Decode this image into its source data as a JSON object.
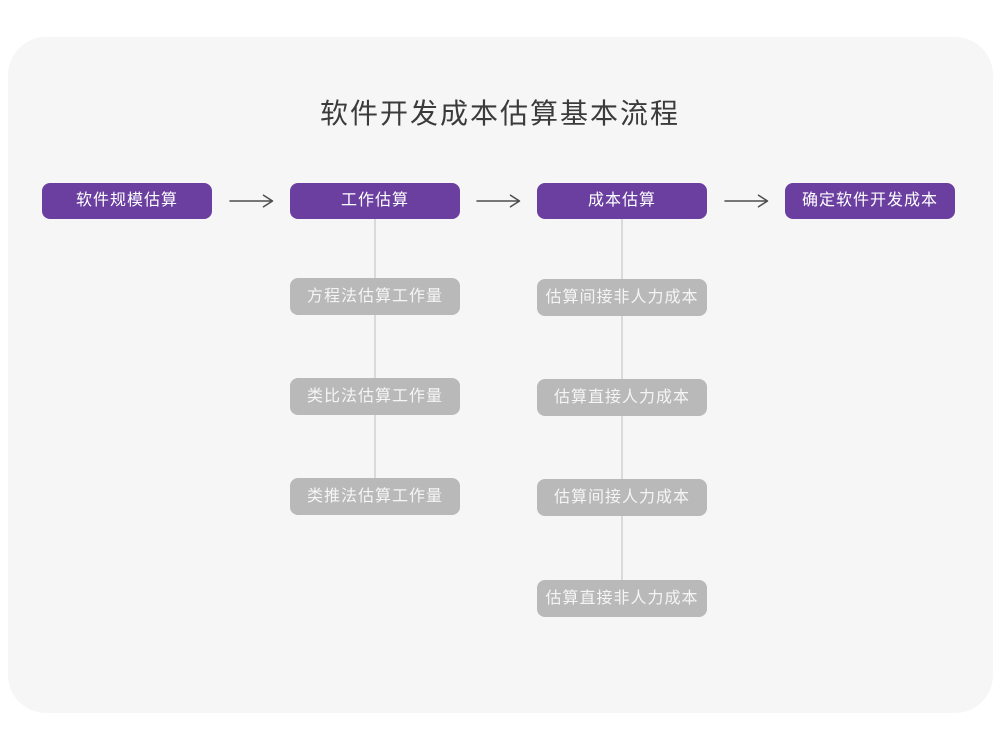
{
  "title": "软件开发成本估算基本流程",
  "colors": {
    "page_background": "#ffffff",
    "card_background": "#f6f6f6",
    "main_node": "#6a3fa0",
    "sub_node": "#b9b9b9",
    "connector_line": "#dadada",
    "arrow": "#4d4d4d",
    "title_text": "#3b3b3b",
    "node_text": "#ffffff"
  },
  "flow": {
    "main_steps": [
      {
        "label": "软件规模估算",
        "sub_steps": []
      },
      {
        "label": "工作估算",
        "sub_steps": [
          "方程法估算工作量",
          "类比法估算工作量",
          "类推法估算工作量"
        ]
      },
      {
        "label": "成本估算",
        "sub_steps": [
          "估算间接非人力成本",
          "估算直接人力成本",
          "估算间接人力成本",
          "估算直接非人力成本"
        ]
      },
      {
        "label": "确定软件开发成本",
        "sub_steps": []
      }
    ]
  }
}
